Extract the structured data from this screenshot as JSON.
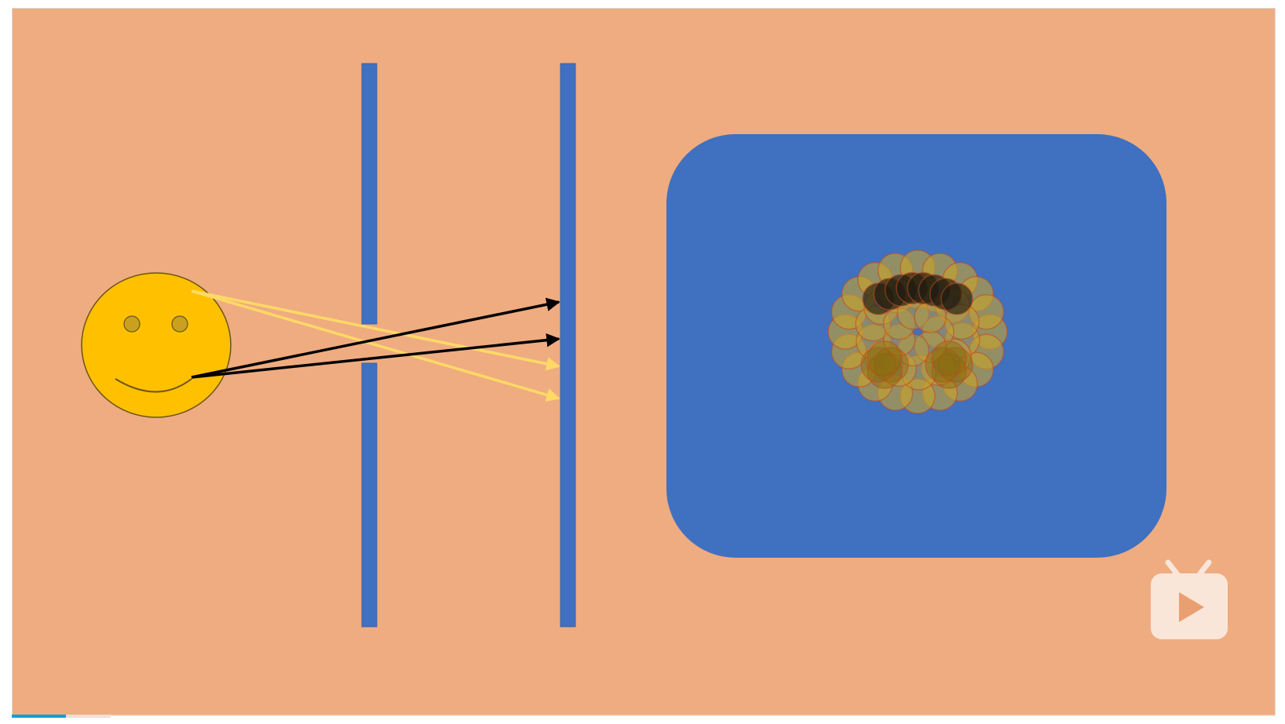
{
  "colors": {
    "background": "#EFAC80",
    "screen_bar": "#4070C0",
    "screen_bar_border": "#3A63A9",
    "projection_screen": "#4070C0",
    "smiley_face": "#FFC000",
    "smiley_outline": "#6B5418",
    "smiley_eye": "#C9A020",
    "light_ray_yellow": "#FFD966",
    "light_ray_black": "#000000",
    "blur_spot_fill": "#C9A42A",
    "blur_spot_stroke": "#C04A20",
    "blur_dark": "#1E1A10",
    "progress_fill": "#00A1D6",
    "watermark": "#FFFFFF"
  },
  "diagram": {
    "object": "smiley-face",
    "barrier": "slit-wall",
    "detector": "back-wall",
    "result": "blurred-smiley-image-on-screen"
  },
  "player": {
    "progress_fraction": 0.043,
    "buffer_fraction": 0.078,
    "watermark_icon": "tv-play-logo-icon"
  }
}
